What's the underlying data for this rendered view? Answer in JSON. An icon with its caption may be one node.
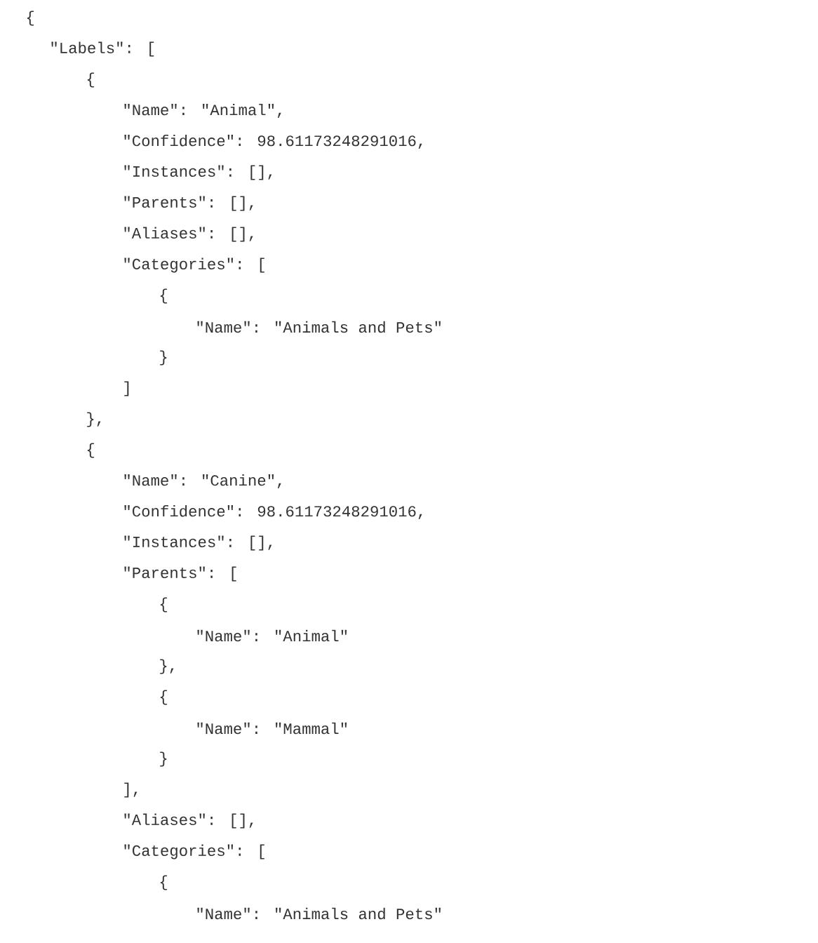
{
  "diagram": {
    "labels": [
      "{",
      "\"Labels\": [",
      "{",
      "\"Name\": \"Animal\",",
      "\"Confidence\": 98.61173248291016,",
      "\"Instances\": [],",
      "\"Parents\": [],",
      "\"Aliases\": [],",
      "\"Categories\": [",
      "{",
      "\"Name\": \"Animals and Pets\"",
      "}",
      "]",
      "},",
      "{",
      "\"Name\": \"Canine\",",
      "\"Confidence\": 98.61173248291016,",
      "\"Instances\": [],",
      "\"Parents\": [",
      "{",
      "\"Name\": \"Animal\"",
      "},",
      "{",
      "\"Name\": \"Mammal\"",
      "}",
      "],",
      "\"Aliases\": [],",
      "\"Categories\": [",
      "{",
      "\"Name\": \"Animals and Pets\""
    ]
  }
}
